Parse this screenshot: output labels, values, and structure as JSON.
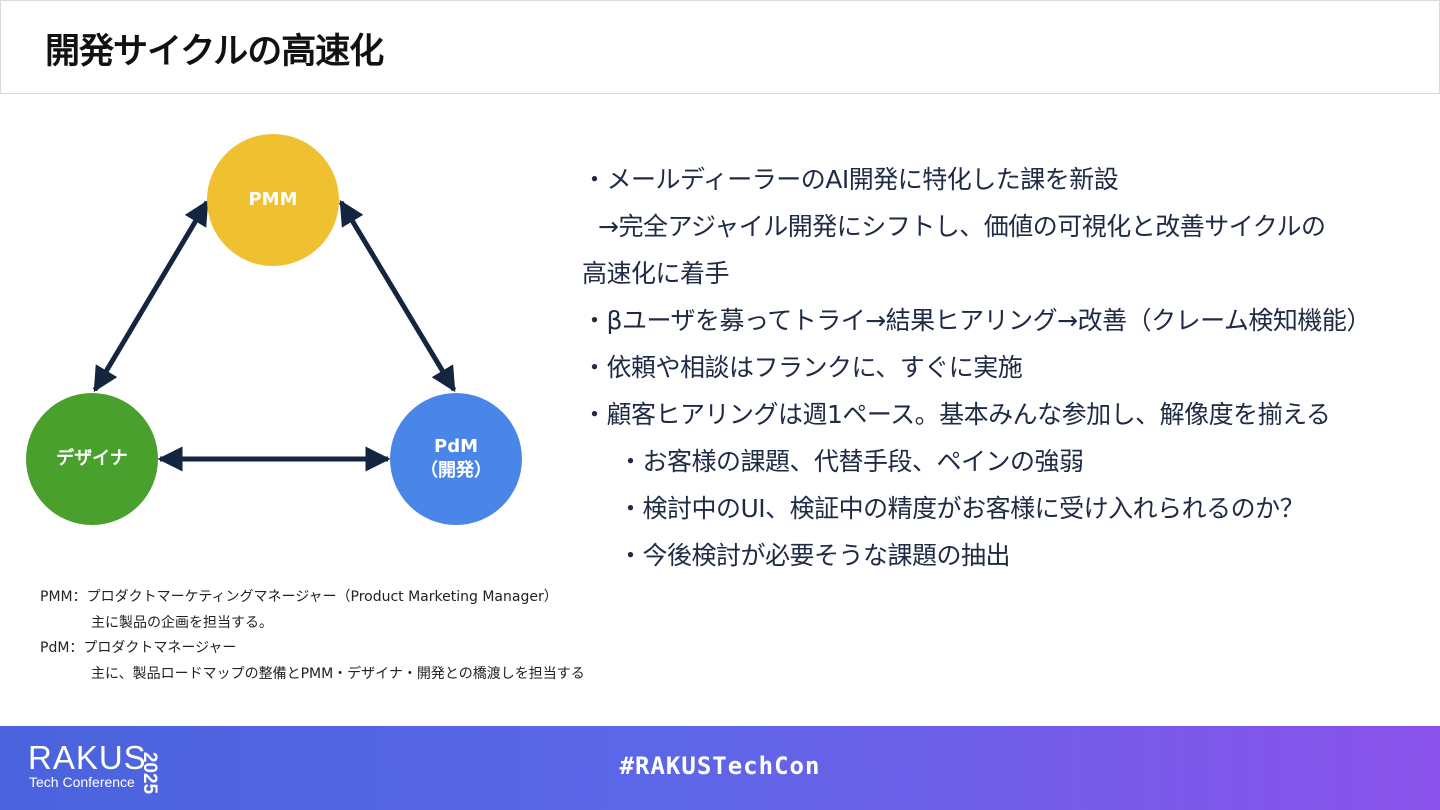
{
  "header": {
    "title": "開発サイクルの高速化"
  },
  "diagram": {
    "nodes": {
      "pmm": {
        "label": "PMM",
        "color": "#efc131"
      },
      "designer": {
        "label": "デザイナ",
        "color": "#4aa02c"
      },
      "pdm": {
        "label_line1": "PdM",
        "label_line2": "（開発）",
        "color": "#4a86e8"
      }
    },
    "arrow_color": "#14253f"
  },
  "bullets": [
    "・メールディーラーのAI開発に特化した課を新設",
    "→完全アジャイル開発にシフトし、価値の可視化と改善サイクルの",
    "高速化に着手",
    "・βユーザを募ってトライ→結果ヒアリング→改善（クレーム検知機能）",
    "・依頼や相談はフランクに、すぐに実施",
    "・顧客ヒアリングは週1ペース。基本みんな参加し、解像度を揃える",
    "・お客様の課題、代替手段、ペインの強弱",
    "・検討中のUI、検証中の精度がお客様に受け入れられるのか？",
    "・今後検討が必要そうな課題の抽出"
  ],
  "notes": {
    "pmm_def": "PMM：プロダクトマーケティングマネージャー（Product Marketing Manager）",
    "pmm_desc": "主に製品の企画を担当する。",
    "pdm_def": "PdM：プロダクトマネージャー",
    "pdm_desc": "主に、製品ロードマップの整備とPMM・デザイナ・開発との橋渡しを担当する"
  },
  "footer": {
    "logo_name": "RAKUS",
    "logo_sub": "Tech Conference",
    "logo_year": "2025",
    "hashtag": "#RAKUSTechCon",
    "gradient_start": "#4a63dd",
    "gradient_end": "#8a52ea"
  }
}
